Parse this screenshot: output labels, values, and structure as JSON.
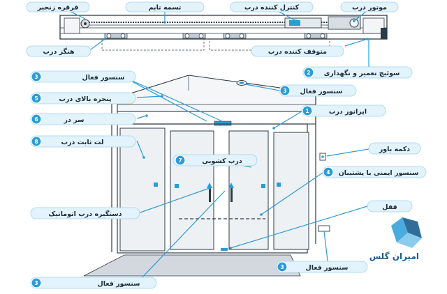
{
  "top_labels": {
    "zipper_pulley": "قرقره زنجیر",
    "timing_belt": "تسمه تایم",
    "door_controller": "کنترل کننده درب",
    "door_motor": "موتور درب",
    "door_hanger": "هنگر درب",
    "door_stopper": "متوقف کننده درب"
  },
  "callouts": [
    {
      "num": "3",
      "text": "سنسور فعال"
    },
    {
      "num": "2",
      "text": "سوئیچ تعمیر و نگهداری"
    },
    {
      "num": "5",
      "text": "پنجره بالای درب"
    },
    {
      "num": "3",
      "text": "سنسور فعال"
    },
    {
      "num": "6",
      "text": "سر در"
    },
    {
      "num": "1",
      "text": "اپراتور درب"
    },
    {
      "num": "8",
      "text": "لت ثابت درب"
    },
    {
      "num": "",
      "text": "دکمه باور"
    },
    {
      "num": "7",
      "text": "درب کشویی"
    },
    {
      "num": "4",
      "text": "سنسور ایمنی یا پشتیبان"
    },
    {
      "num": "",
      "text": "دستگیره درب اتوماتیک"
    },
    {
      "num": "",
      "text": "قفل"
    },
    {
      "num": "3",
      "text": "سنسور فعال"
    },
    {
      "num": "3",
      "text": "سنسور فعال"
    }
  ],
  "brand": {
    "name": "امیران گلس",
    "primary_color": "#2b9cd8",
    "dark_color": "#1a5e8e"
  }
}
